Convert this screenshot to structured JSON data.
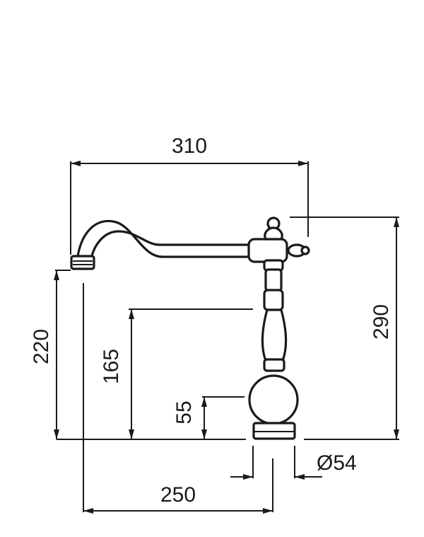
{
  "dimensions": {
    "total_width": "310",
    "total_height": "290",
    "spout_height": "220",
    "aerator_height": "165",
    "lever_height": "55",
    "reach": "250",
    "base_diameter": "Ø54"
  },
  "colors": {
    "line": "#1a1a1a",
    "background": "#ffffff"
  }
}
